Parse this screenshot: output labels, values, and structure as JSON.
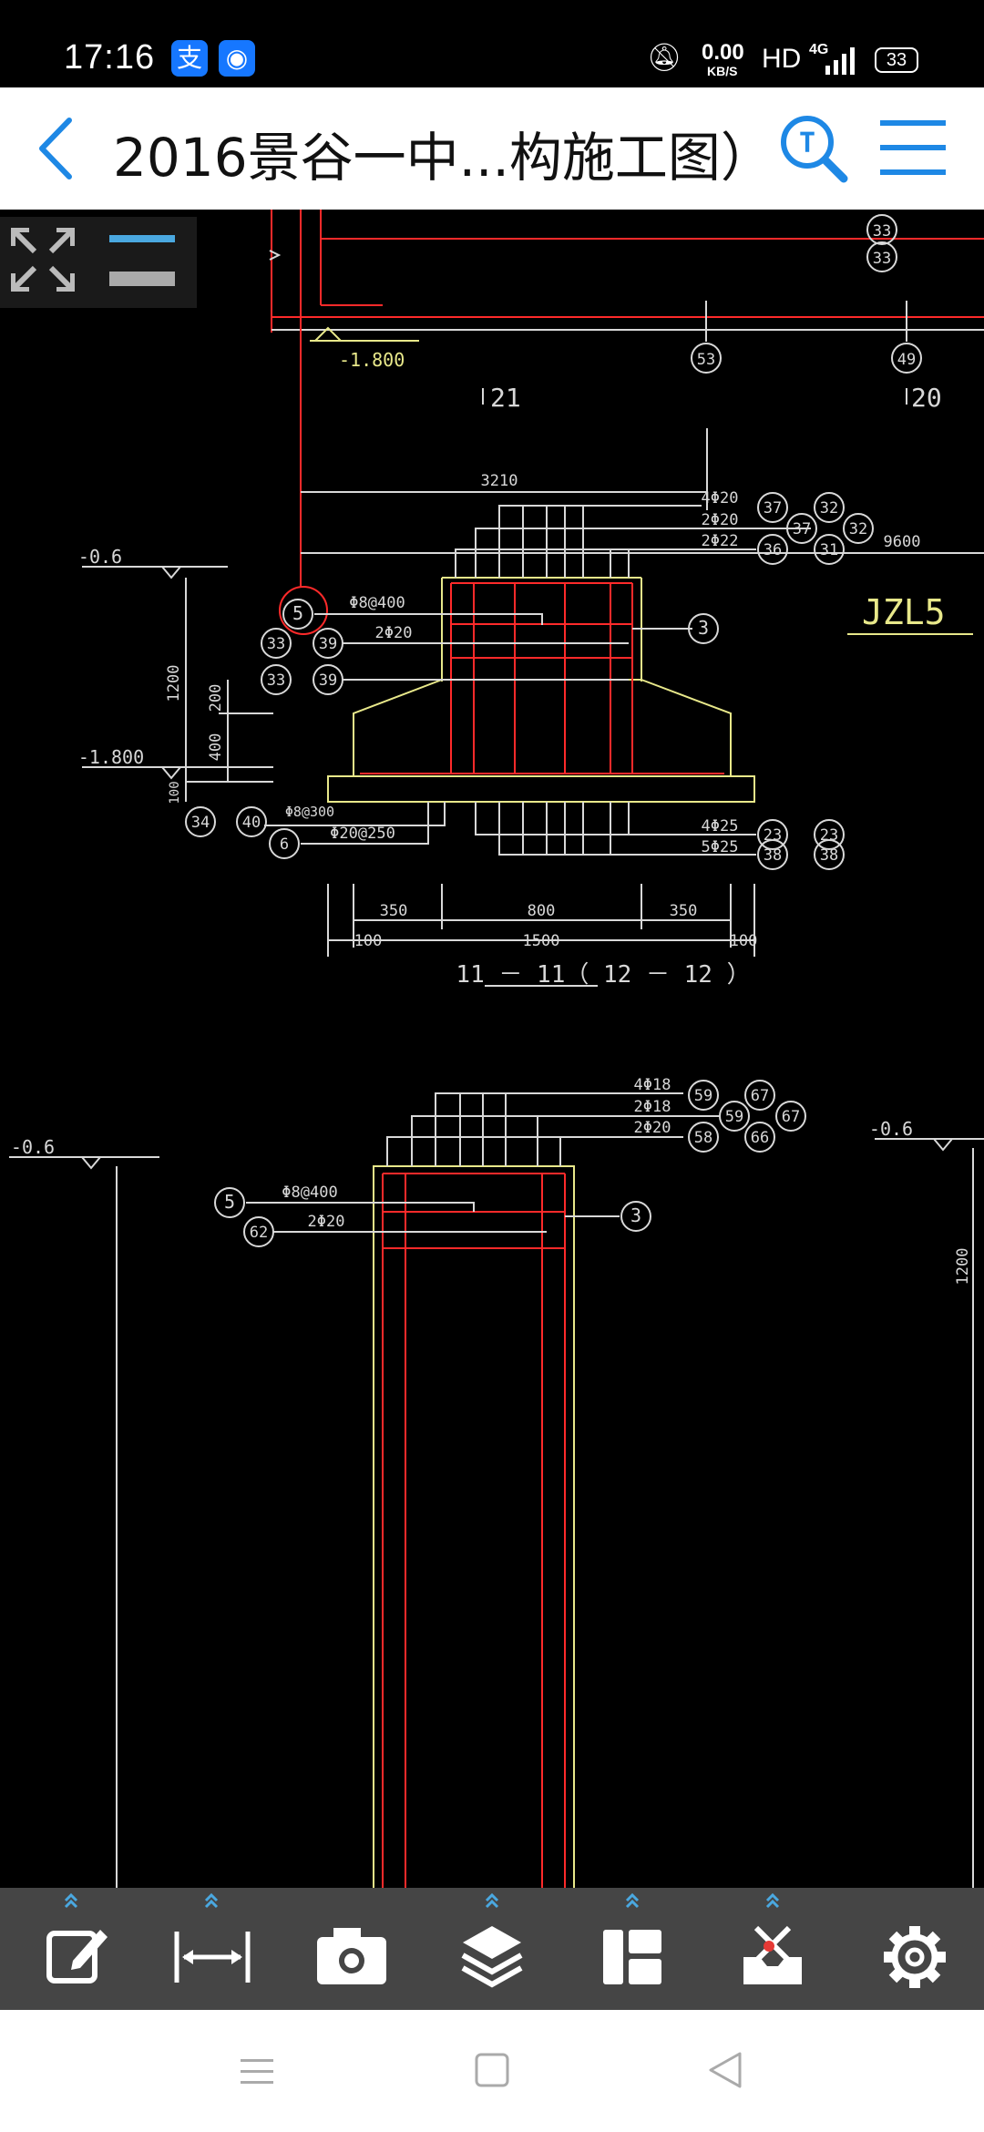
{
  "status_bar": {
    "time": "17:16",
    "net_speed": "0.00",
    "net_unit": "KB/S",
    "hd": "HD",
    "signal": "4G",
    "battery": "33"
  },
  "app_bar": {
    "title": "2016景谷一中...构施工图）"
  },
  "drawing": {
    "elev_top": "-1.800",
    "bubble_53": "53",
    "bubble_49": "49",
    "bubble_33a": "33",
    "bubble_33b": "33",
    "grid_21": "21",
    "grid_20": "20",
    "dim_3210": "3210",
    "dim_9600": "9600",
    "beam_label": "JZL5",
    "sec1": {
      "elev_a": "-0.6",
      "elev_b": "-1.800",
      "dim_1200": "1200",
      "dim_200": "200",
      "dim_400": "400",
      "dim_100v": "100",
      "bar_4phi20": "4Φ20",
      "bar_2phi20": "2Φ20",
      "bar_2phi22": "2Φ22",
      "b37": "37",
      "b32": "32",
      "b36": "36",
      "b31": "31",
      "b5": "5",
      "stirrup": "Φ8@400",
      "b3": "3",
      "b33": "33",
      "b39": "39",
      "side_2phi20": "2Φ20",
      "b34": "34",
      "b40": "40",
      "base_stirrup": "Φ8@300",
      "b6": "6",
      "base_bar": "Φ20@250",
      "bot_4phi25": "4Φ25",
      "bot_5phi25": "5Φ25",
      "b23": "23",
      "b38": "38",
      "d350a": "350",
      "d800": "800",
      "d350b": "350",
      "d100a": "100",
      "d1500": "1500",
      "d100b": "100",
      "caption": "11 － 11（ 12 － 12 ）"
    },
    "sec2": {
      "elev_l": "-0.6",
      "elev_r": "-0.6",
      "dim_1200": "1200",
      "bar_4phi18": "4Φ18",
      "bar_2phi18": "2Φ18",
      "bar_2phi20": "2Φ20",
      "b59": "59",
      "b67": "67",
      "b58": "58",
      "b66": "66",
      "b5": "5",
      "stirrup": "Φ8@400",
      "b3": "3",
      "b62": "62",
      "side_2phi20": "2Φ20"
    }
  },
  "toolbar": {
    "items": [
      "edit-icon",
      "measure-icon",
      "camera-icon",
      "layers-icon",
      "layout-icon",
      "toolbox-icon",
      "settings-icon"
    ]
  },
  "colors": {
    "accent": "#1e88e5",
    "cad_red": "#ff2a2a",
    "cad_yellow": "#e8e88a",
    "cad_white": "#d8d8d8"
  }
}
